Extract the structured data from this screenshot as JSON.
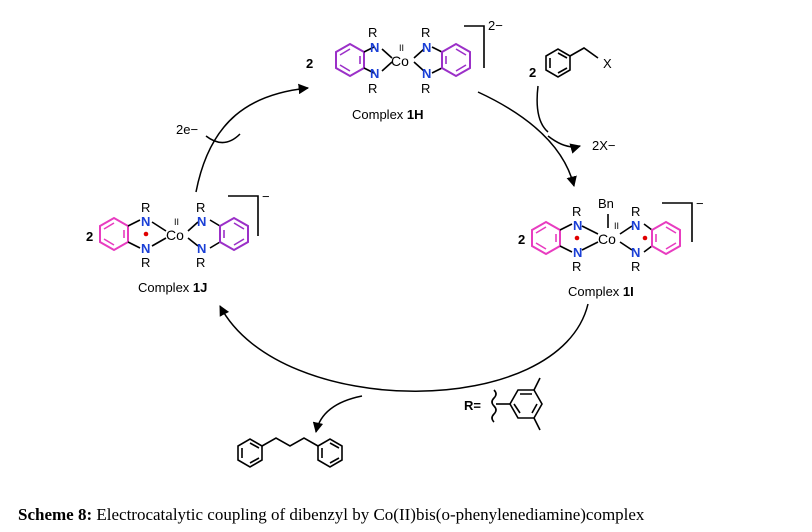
{
  "caption": {
    "label": "Scheme 8:",
    "text": "Electrocatalytic coupling of dibenzyl by Co(II)bis(o-phenylenediamine)complex"
  },
  "complexes": {
    "h": {
      "prefix": "Complex ",
      "id": "1H",
      "charge": "2−",
      "coef": "2",
      "ox": "II"
    },
    "i": {
      "prefix": "Complex ",
      "id": "1I",
      "charge": "−",
      "coef": "2",
      "ox": "II",
      "substituent": "Bn"
    },
    "j": {
      "prefix": "Complex ",
      "id": "1J",
      "charge": "−",
      "coef": "2",
      "ox": "II"
    }
  },
  "atoms": {
    "n": "N",
    "r": "R",
    "co": "Co"
  },
  "reagents": {
    "electrons": "2e−",
    "benzyl_coef": "2",
    "leaving": "X",
    "byproduct": "2X−",
    "r_def": "R="
  },
  "colors": {
    "ring_h": "#9b30c8",
    "ring_ij": "#e83cc0",
    "nitrogen": "#1a3fd6",
    "radical": "#e00000"
  }
}
